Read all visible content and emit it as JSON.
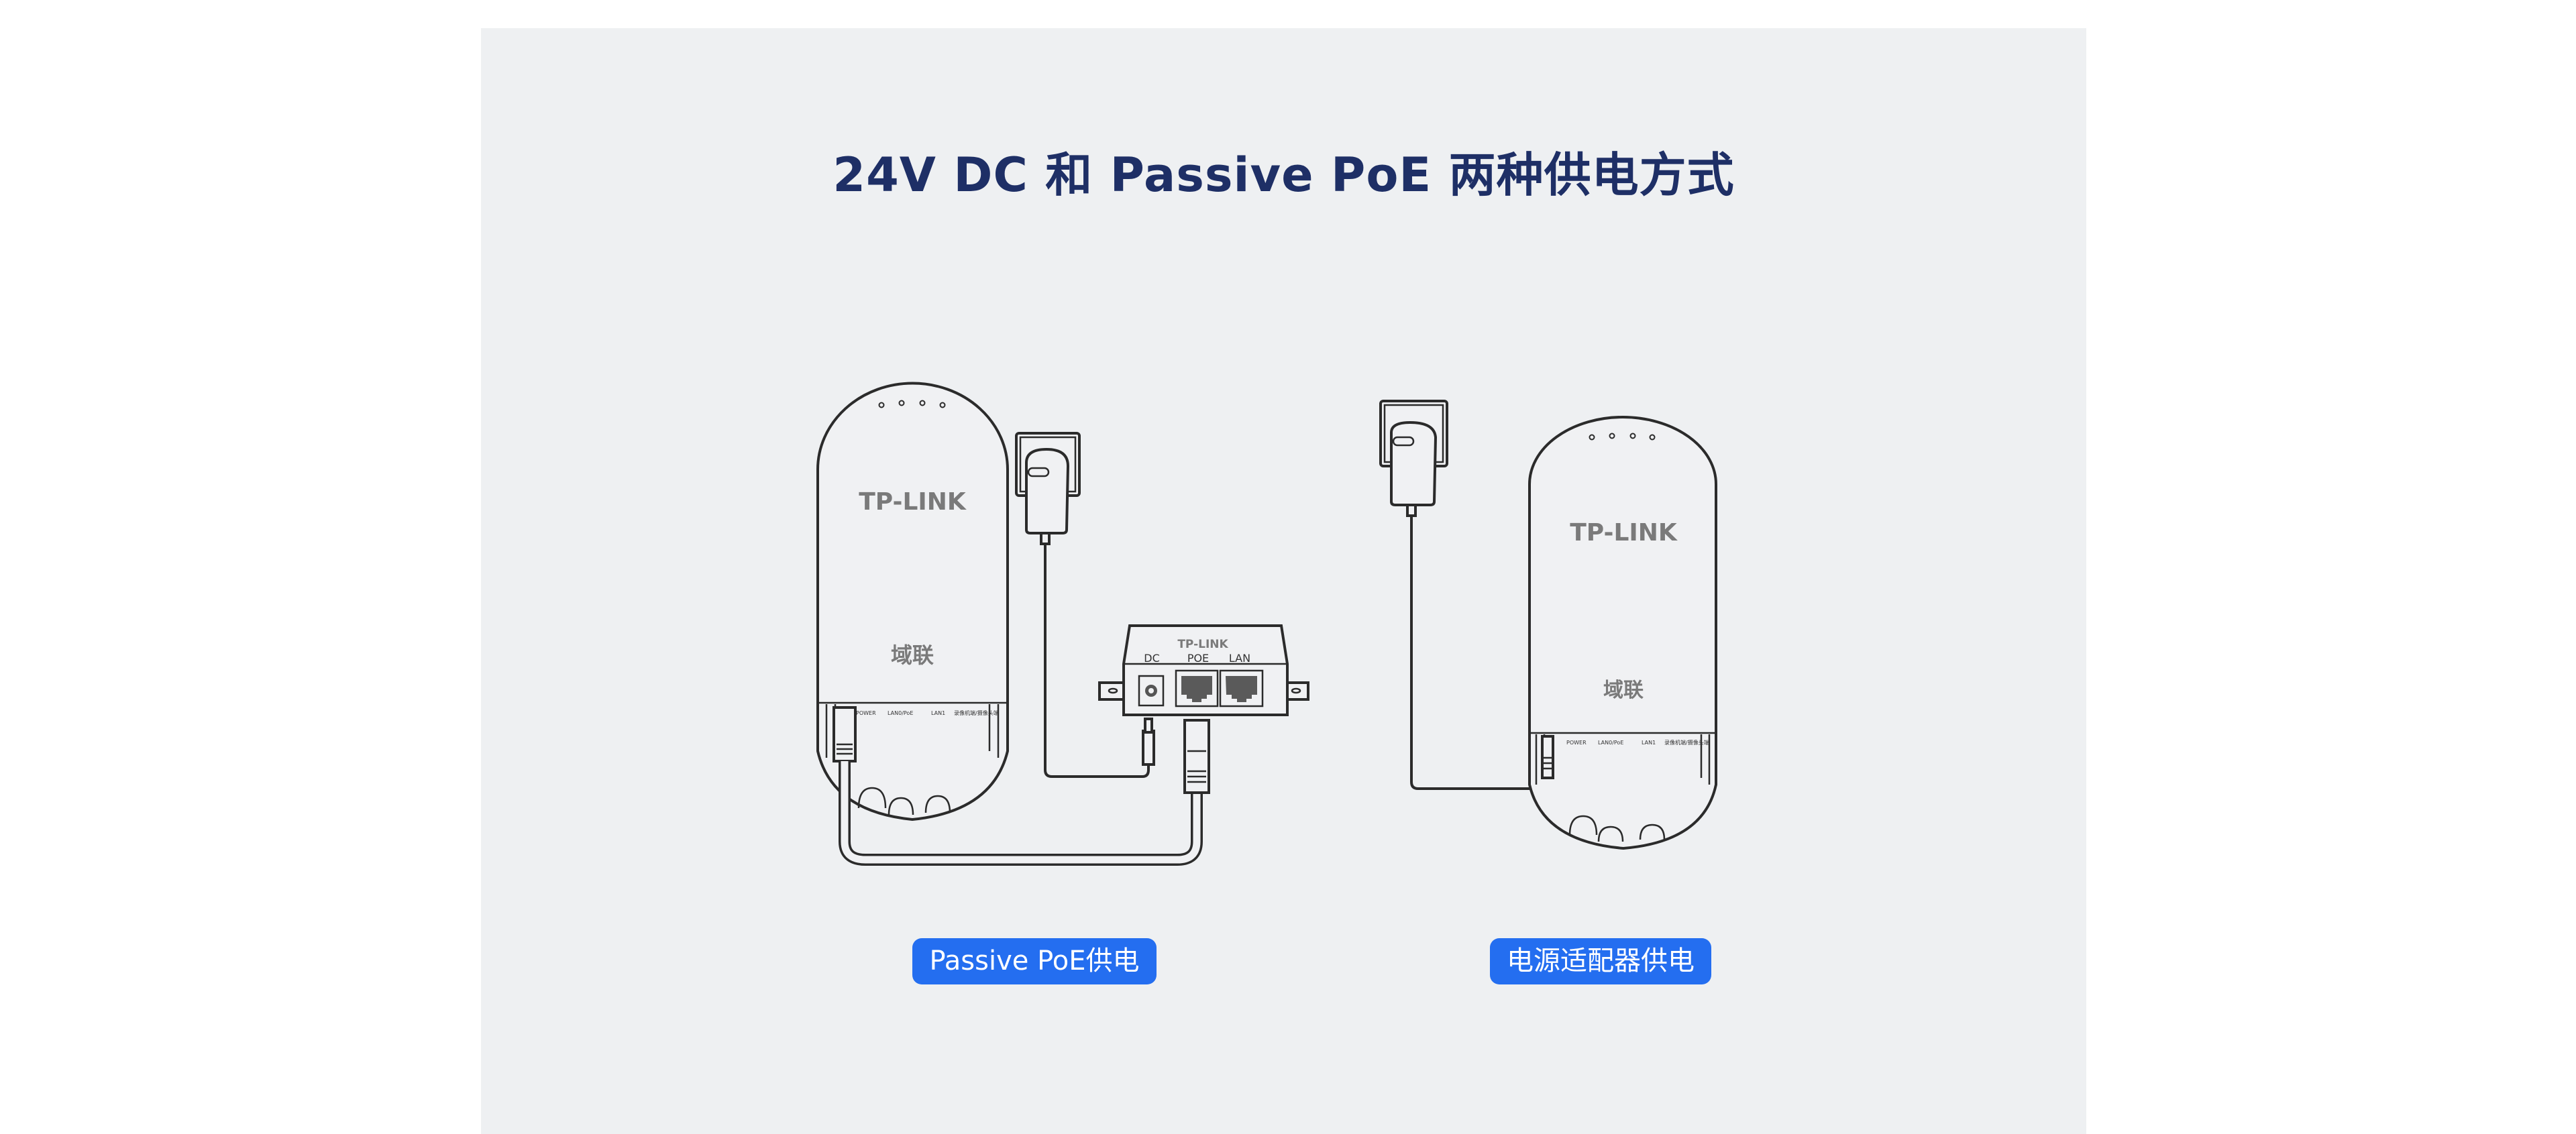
{
  "title": "24V DC 和 Passive PoE 两种供电方式",
  "device": {
    "brand": "TP-LINK",
    "brand_cn": "域联",
    "ports": [
      "POWER",
      "LAN0/PoE",
      "LAN1",
      "录像机端/摄像头端"
    ]
  },
  "injector": {
    "brand": "TP-LINK",
    "ports": [
      "DC",
      "POE",
      "LAN"
    ]
  },
  "labels": {
    "left": "Passive PoE供电",
    "right": "电源适配器供电"
  },
  "colors": {
    "title": "#1e2f66",
    "button": "#246ef0",
    "background": "#eef0f2"
  }
}
